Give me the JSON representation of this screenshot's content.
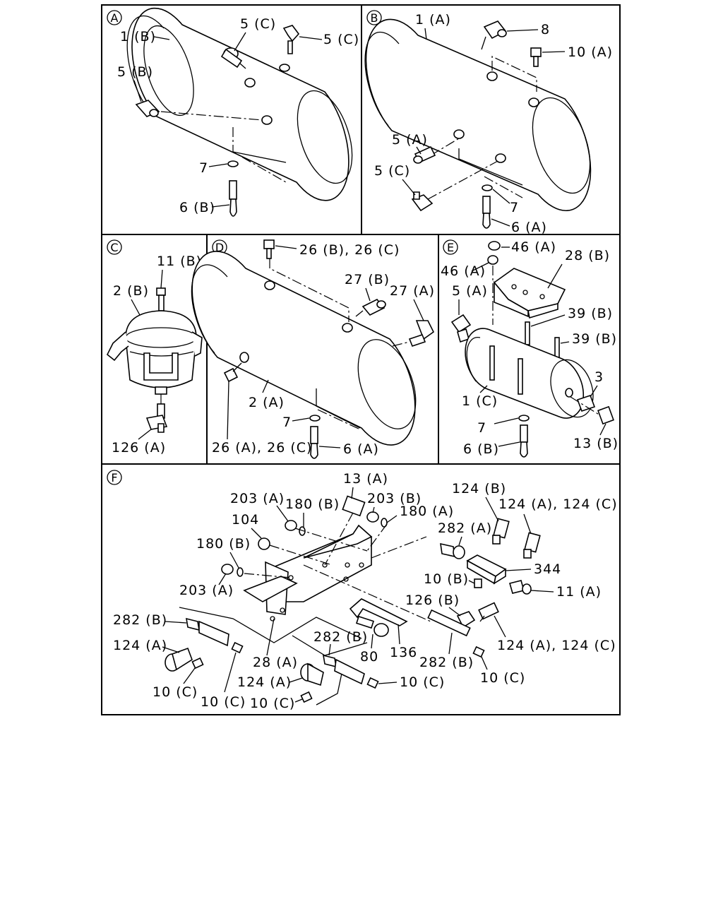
{
  "panels": {
    "A": {
      "letter": "A",
      "labels": [
        "1 (B)",
        "5 (C)",
        "5 (C)",
        "5 (B)",
        "7",
        "6 (B)"
      ]
    },
    "B": {
      "letter": "B",
      "labels": [
        "1 (A)",
        "8",
        "10 (A)",
        "5 (A)",
        "5 (C)",
        "7",
        "6 (A)"
      ]
    },
    "C": {
      "letter": "C",
      "labels": [
        "11 (B)",
        "2 (B)",
        "126 (A)"
      ]
    },
    "D": {
      "letter": "D",
      "labels": [
        "26 (B), 26 (C)",
        "27 (B)",
        "27 (A)",
        "2 (A)",
        "7",
        "26 (A), 26 (C)",
        "6 (A)"
      ]
    },
    "E": {
      "letter": "E",
      "labels": [
        "46 (A)",
        "28 (B)",
        "46 (A)",
        "5 (A)",
        "39 (B)",
        "39 (B)",
        "3",
        "1 (C)",
        "7",
        "13 (B)",
        "6 (B)"
      ]
    },
    "F": {
      "letter": "F",
      "labels": [
        "13 (A)",
        "124 (B)",
        "203 (A)",
        "203 (B)",
        "180 (B)",
        "180 (A)",
        "124 (A), 124 (C)",
        "104",
        "282 (A)",
        "180 (B)",
        "344",
        "203 (A)",
        "10 (B)",
        "11 (A)",
        "126 (B)",
        "282 (B)",
        "124 (A), 124 (C)",
        "124 (A)",
        "282 (B)",
        "80",
        "136",
        "28 (A)",
        "282 (B)",
        "10 (C)",
        "124 (A)",
        "10 (C)",
        "10 (C)",
        "10 (C)",
        "10 (C)"
      ]
    }
  }
}
